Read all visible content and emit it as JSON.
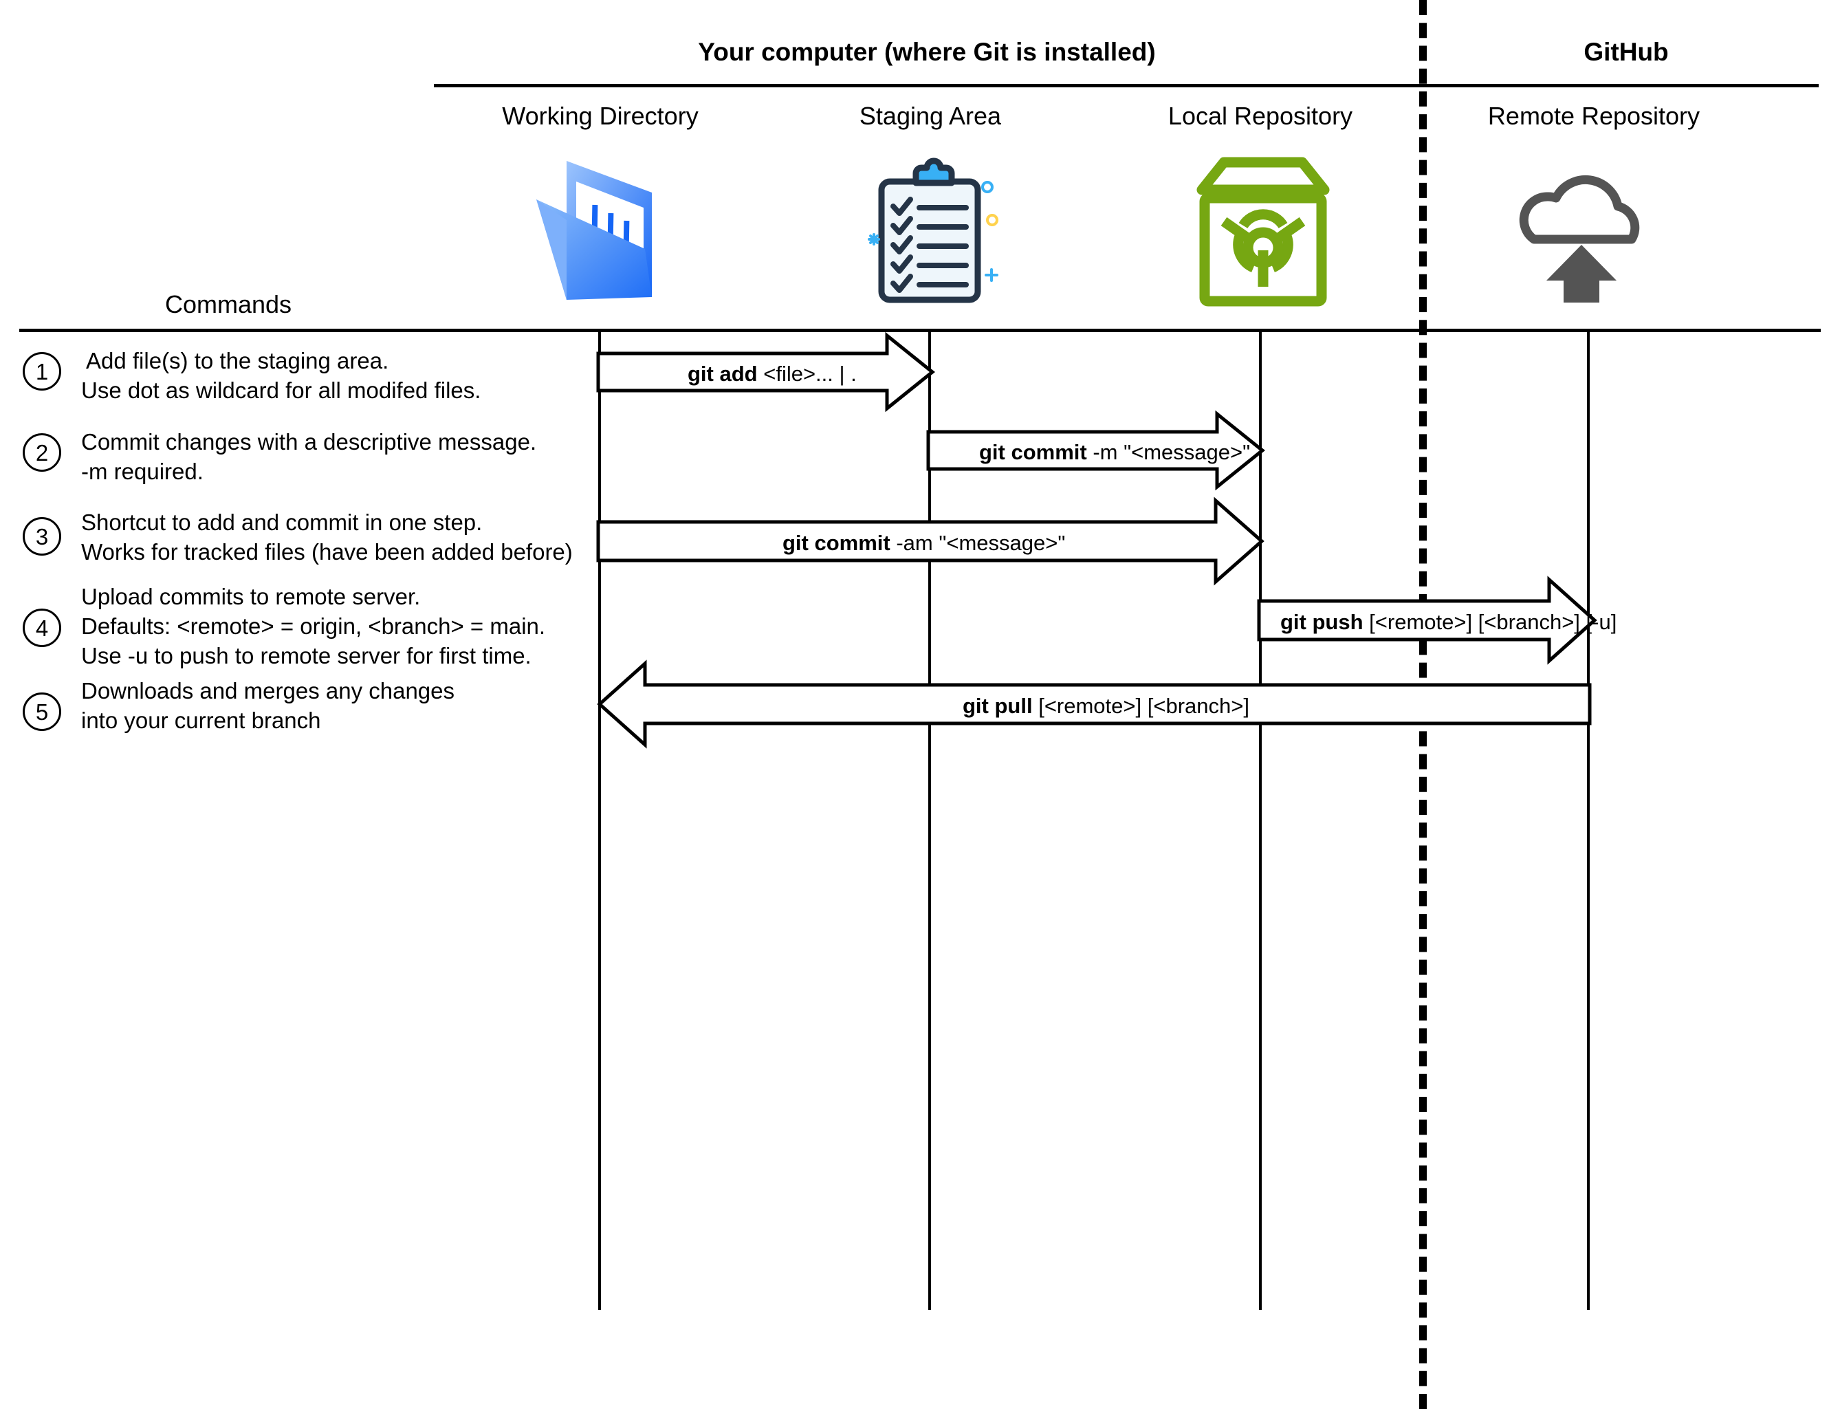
{
  "header": {
    "zones": [
      {
        "label": "Your computer (where Git is installed)"
      },
      {
        "label": "GitHub"
      }
    ],
    "columns": [
      {
        "label": "Working Directory",
        "icon": "folder-icon"
      },
      {
        "label": "Staging Area",
        "icon": "clipboard-checklist-icon"
      },
      {
        "label": "Local Repository",
        "icon": "green-box-repo-icon"
      },
      {
        "label": "Remote Repository",
        "icon": "cloud-upload-icon"
      }
    ],
    "commands_label": "Commands"
  },
  "steps": [
    {
      "number": "1",
      "lines": [
        "Add file(s) to the staging area.",
        "Use dot as wildcard for all modifed files."
      ],
      "command_bold": "git add",
      "command_rest": " <file>... | ."
    },
    {
      "number": "2",
      "lines": [
        "Commit changes with a descriptive message.",
        "-m required."
      ],
      "command_bold": "git commit",
      "command_rest": " -m \"<message>\""
    },
    {
      "number": "3",
      "lines": [
        "Shortcut to add and commit in one step.",
        "Works for tracked files (have been added before)"
      ],
      "command_bold": "git commit",
      "command_rest": " -am \"<message>\""
    },
    {
      "number": "4",
      "lines": [
        "Upload commits to remote server.",
        "Defaults: <remote> = origin, <branch> = main.",
        "Use -u to push to remote server for first time."
      ],
      "command_bold": "git push",
      "command_rest": " [<remote>] [<branch>] [-u]"
    },
    {
      "number": "5",
      "lines": [
        "Downloads and merges any changes",
        "into your current branch"
      ],
      "command_bold": "git pull",
      "command_rest": " [<remote>] [<branch>]"
    }
  ],
  "colors": {
    "stroke": "#000000",
    "folder_light": "#7db0fb",
    "folder_dark": "#1565f5",
    "clipboard_blue": "#38b0f5",
    "clipboard_outline": "#243447",
    "clipboard_paper": "#eef6fb",
    "repo_green": "#76a712",
    "cloud_gray": "#545454",
    "accent_yellow": "#ffd24d"
  }
}
